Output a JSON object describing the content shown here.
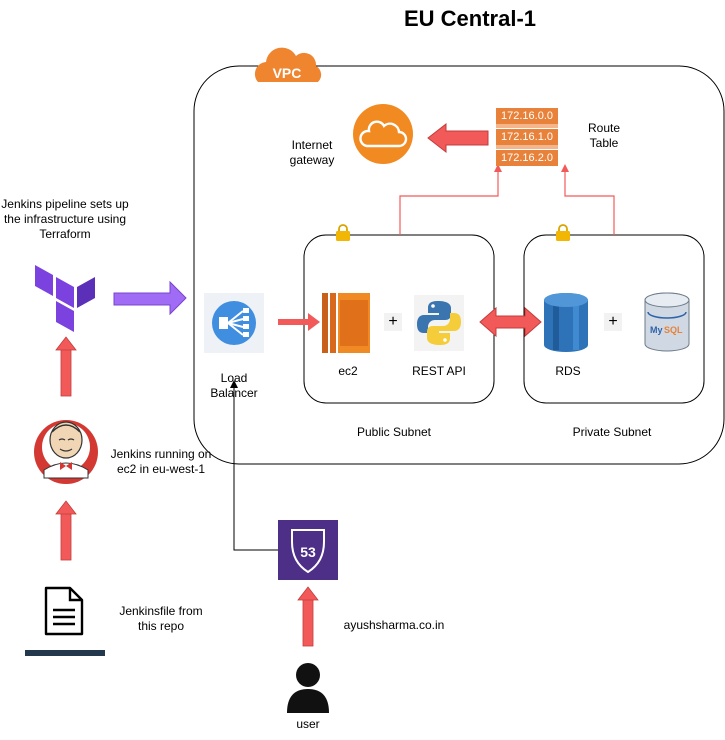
{
  "title": "EU Central-1",
  "vpc_badge": "VPC",
  "labels": {
    "internet_gateway": [
      "Internet",
      "gateway"
    ],
    "route_table": [
      "Route",
      "Table"
    ],
    "load_balancer": [
      "Load",
      "Balancer"
    ],
    "ec2": "ec2",
    "rest_api": "REST API",
    "rds": "RDS",
    "public_subnet": "Public Subnet",
    "private_subnet": "Private Subnet",
    "jenkins_pipeline": [
      "Jenkins pipeline sets up",
      "the infrastructure using",
      "Terraform"
    ],
    "jenkins_running": [
      "Jenkins running on",
      "ec2 in eu-west-1"
    ],
    "jenkinsfile": [
      "Jenkinsfile from",
      "this repo"
    ],
    "domain": "ayushsharma.co.in",
    "user": "user",
    "route53": "53",
    "plus": "+"
  },
  "route_table_entries": [
    "172.16.0.0",
    "172.16.1.0",
    "172.16.2.0"
  ],
  "colors": {
    "orange": "#e8823a",
    "red_arrow": "#f25a5a",
    "purple": "#a06bf5",
    "terraform": "#6b3fc7",
    "route53_bg": "#4d2f88",
    "ec2": "#e0701a",
    "rds": "#2e73b8",
    "lb": "#3f8ee0"
  },
  "icons": [
    "cloud-icon",
    "terraform-icon",
    "jenkins-icon",
    "document-icon",
    "load-balancer-icon",
    "ec2-icon",
    "python-icon",
    "rds-icon",
    "mysql-icon",
    "route53-icon",
    "user-icon",
    "lock-icon"
  ]
}
